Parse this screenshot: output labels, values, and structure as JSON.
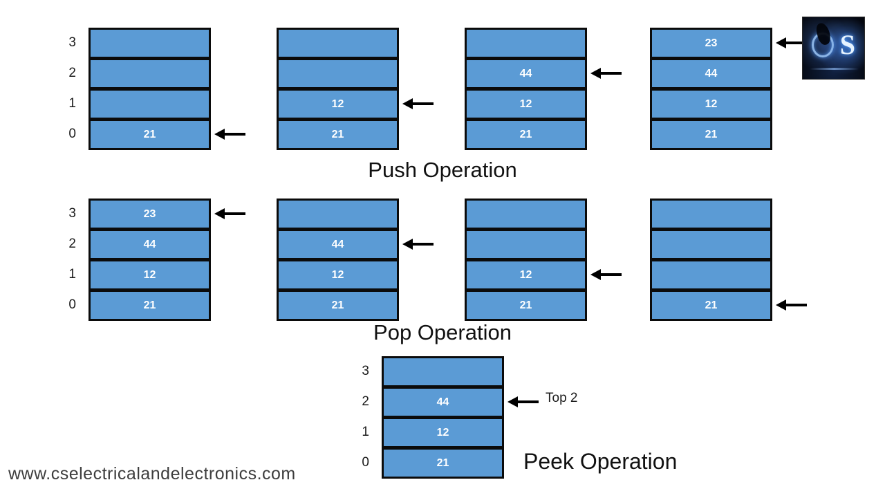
{
  "page": {
    "footer_url": "www.cselectricalandelectronics.com"
  },
  "colors": {
    "page_bg": "#ffffff",
    "cell_fill": "#5b9bd5",
    "cell_border": "#0b0b0b",
    "cell_text": "#ffffff",
    "arrow": "#000000"
  },
  "stack_indices": [
    "3",
    "2",
    "1",
    "0"
  ],
  "sections": [
    {
      "id": "push",
      "title": "Push Operation",
      "stacks": [
        {
          "cells": [
            "",
            "",
            "",
            "21"
          ],
          "arrow_row": 3,
          "show_indices": true
        },
        {
          "cells": [
            "",
            "",
            "12",
            "21"
          ],
          "arrow_row": 2,
          "show_indices": false
        },
        {
          "cells": [
            "",
            "44",
            "12",
            "21"
          ],
          "arrow_row": 1,
          "show_indices": false
        },
        {
          "cells": [
            "23",
            "44",
            "12",
            "21"
          ],
          "arrow_row": 0,
          "show_indices": false
        }
      ]
    },
    {
      "id": "pop",
      "title": "Pop Operation",
      "stacks": [
        {
          "cells": [
            "23",
            "44",
            "12",
            "21"
          ],
          "arrow_row": 0,
          "show_indices": true
        },
        {
          "cells": [
            "",
            "44",
            "12",
            "21"
          ],
          "arrow_row": 1,
          "show_indices": false
        },
        {
          "cells": [
            "",
            "",
            "12",
            "21"
          ],
          "arrow_row": 2,
          "show_indices": false
        },
        {
          "cells": [
            "",
            "",
            "",
            "21"
          ],
          "arrow_row": 3,
          "show_indices": false
        }
      ]
    },
    {
      "id": "peek",
      "title": "Peek Operation",
      "stacks": [
        {
          "cells": [
            "",
            "44",
            "12",
            "21"
          ],
          "arrow_row": 1,
          "arrow_label": "Top 2",
          "show_indices": true
        }
      ]
    }
  ],
  "logo": {
    "letter": "S"
  }
}
